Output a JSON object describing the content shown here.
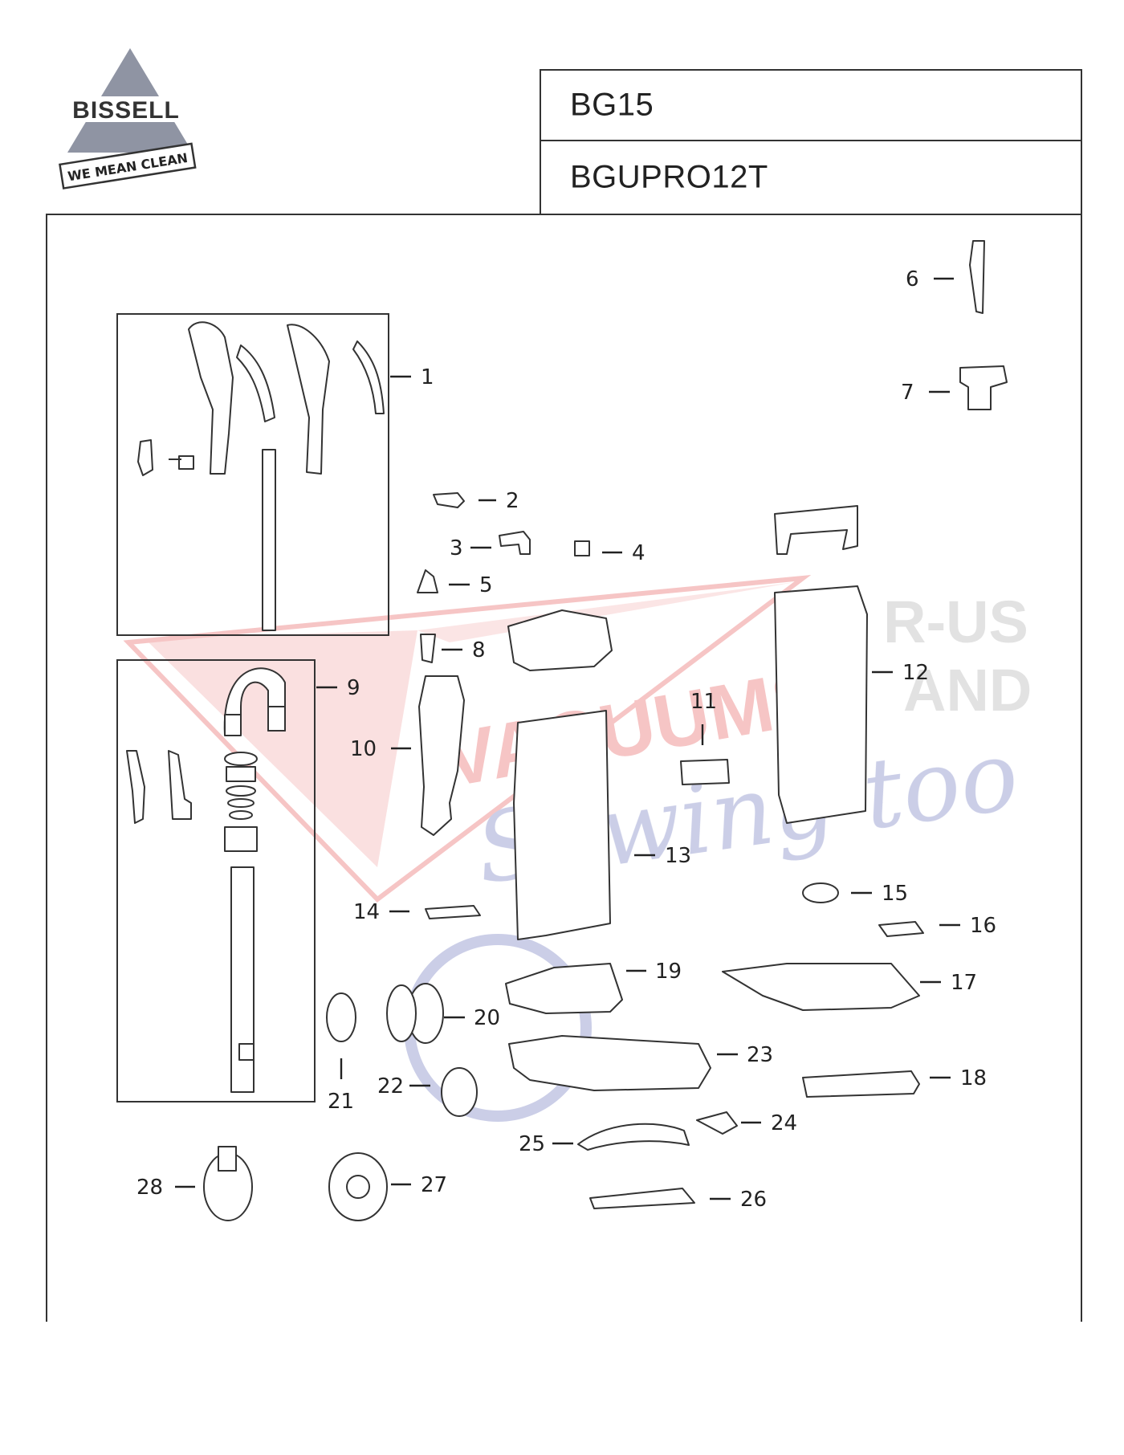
{
  "brand": {
    "name": "BISSELL",
    "tagline": "WE MEAN CLEAN",
    "color": "#8f94a3"
  },
  "header": {
    "model": "BG15",
    "sku": "BGUPRO12T"
  },
  "watermark": {
    "line1": "VACUUMS",
    "line2": "R-US",
    "line3": "AND",
    "line4": "Sewing too",
    "red": "#e24a4a",
    "blue": "#5b66b5",
    "gray": "#a5a5a5"
  },
  "callouts": [
    "1",
    "2",
    "3",
    "4",
    "5",
    "6",
    "7",
    "8",
    "9",
    "10",
    "11",
    "12",
    "13",
    "14",
    "15",
    "16",
    "17",
    "18",
    "19",
    "20",
    "21",
    "22",
    "23",
    "24",
    "25",
    "26",
    "27",
    "28"
  ]
}
